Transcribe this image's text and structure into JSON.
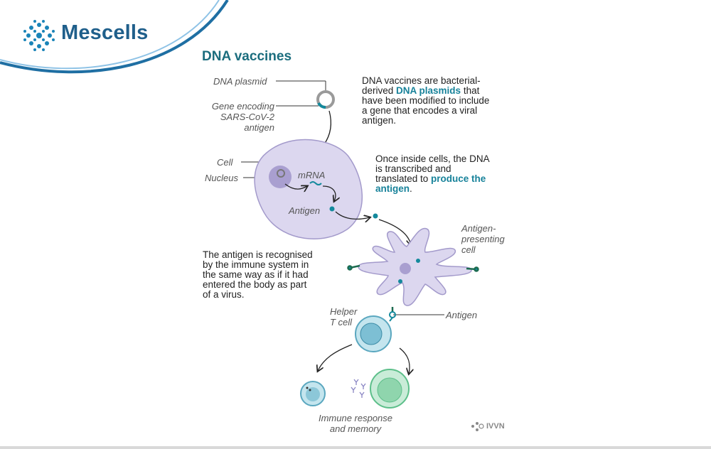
{
  "brand": {
    "name": "Mescells",
    "logo_icon": "cell-cluster-icon"
  },
  "title": "DNA vaccines",
  "labels": {
    "dna_plasmid": "DNA plasmid",
    "gene_encoding": "Gene encoding SARS-CoV-2 antigen",
    "gene_line1": "Gene encoding",
    "gene_line2": "SARS-CoV-2",
    "gene_line3": "antigen",
    "cell": "Cell",
    "nucleus": "Nucleus",
    "mrna": "mRNA",
    "antigen_inner": "Antigen",
    "apc_line1": "Antigen-",
    "apc_line2": "presenting",
    "apc_line3": "cell",
    "helper_line1": "Helper",
    "helper_line2": "T cell",
    "antigen_outer": "Antigen",
    "immune_line1": "Immune response",
    "immune_line2": "and memory"
  },
  "text_blocks": {
    "block1": {
      "l1": "DNA vaccines are bacterial-",
      "l2_pre": "derived ",
      "l2_hl": "DNA plasmids",
      "l2_post": " that",
      "l3": "have been modified to include",
      "l4": "a gene that encodes a viral",
      "l5": "antigen."
    },
    "block2": {
      "l1": "Once inside cells, the DNA",
      "l2": "is transcribed and",
      "l3_pre": "translated to ",
      "l3_hl": "produce the",
      "l4_hl": "antigen",
      "l4_post": "."
    },
    "block3": {
      "l1": "The antigen is recognised",
      "l2": "by the immune system in",
      "l3": "the same way as if it had",
      "l4": "entered the body as part",
      "l5": "of a virus."
    }
  },
  "credit": {
    "text": "IVVN",
    "icon": "ivvn-logo-icon"
  },
  "colors": {
    "brand_blue": "#1f5f8b",
    "title_teal": "#1b6d7e",
    "highlight": "#17829a",
    "cell_fill": "#d8d3ee",
    "cell_stroke": "#9d94c9",
    "antigen_dot": "#13899c",
    "tcell_fill": "#bfe3ec",
    "memory_fill": "#c9ecd8"
  }
}
